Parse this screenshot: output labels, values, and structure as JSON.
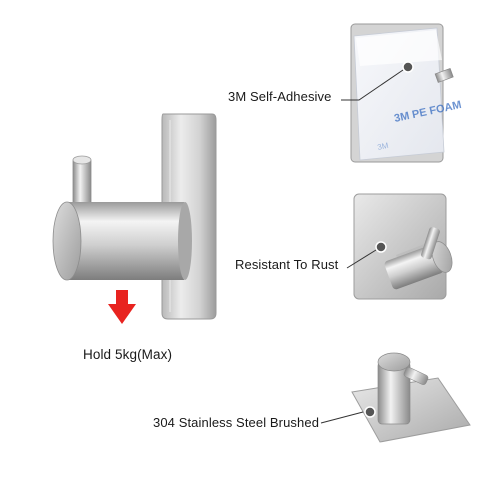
{
  "features": [
    {
      "id": "adhesive",
      "label": "3M Self-Adhesive"
    },
    {
      "id": "rust",
      "label": "Resistant To Rust"
    },
    {
      "id": "hold",
      "label": "Hold 5kg(Max)"
    },
    {
      "id": "steel",
      "label": "304 Stainless Steel Brushed"
    }
  ],
  "tape_print": "3M PE FOAM",
  "colors": {
    "background": "#ffffff",
    "arrow": "#e8231f",
    "leader_line": "#333333",
    "steel_light": "#e8e8e8",
    "steel_dark": "#8a8a8a"
  }
}
